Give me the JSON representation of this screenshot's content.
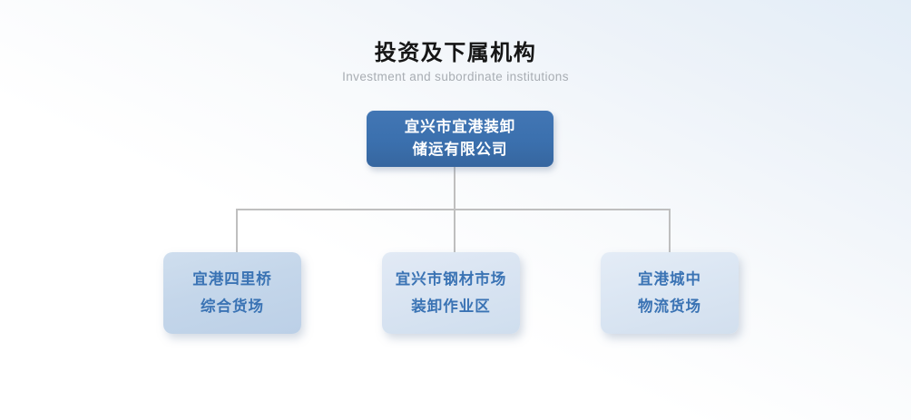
{
  "page": {
    "title": "投资及下属机构",
    "subtitle": "Investment and subordinate institutions"
  },
  "org_chart": {
    "type": "org-tree",
    "root": {
      "line1": "宜兴市宜港装卸",
      "line2": "储运有限公司"
    },
    "children": [
      {
        "line1": "宜港四里桥",
        "line2": "综合货场"
      },
      {
        "line1": "宜兴市钢材市场",
        "line2": "装卸作业区"
      },
      {
        "line1": "宜港城中",
        "line2": "物流货场"
      }
    ]
  },
  "colors": {
    "background_top": "#e3edf7",
    "background_bottom": "#ffffff",
    "root_box_fill": "#3b70ae",
    "root_box_text": "#ffffff",
    "child_box_fill_left": "#c4d6ea",
    "child_box_fill_middle": "#d9e4f2",
    "child_box_fill_right": "#dbe6f3",
    "child_box_text": "#3a73b4",
    "connector_line": "#bfbfbf",
    "title_text": "#161616",
    "subtitle_text": "#a8adb3"
  }
}
